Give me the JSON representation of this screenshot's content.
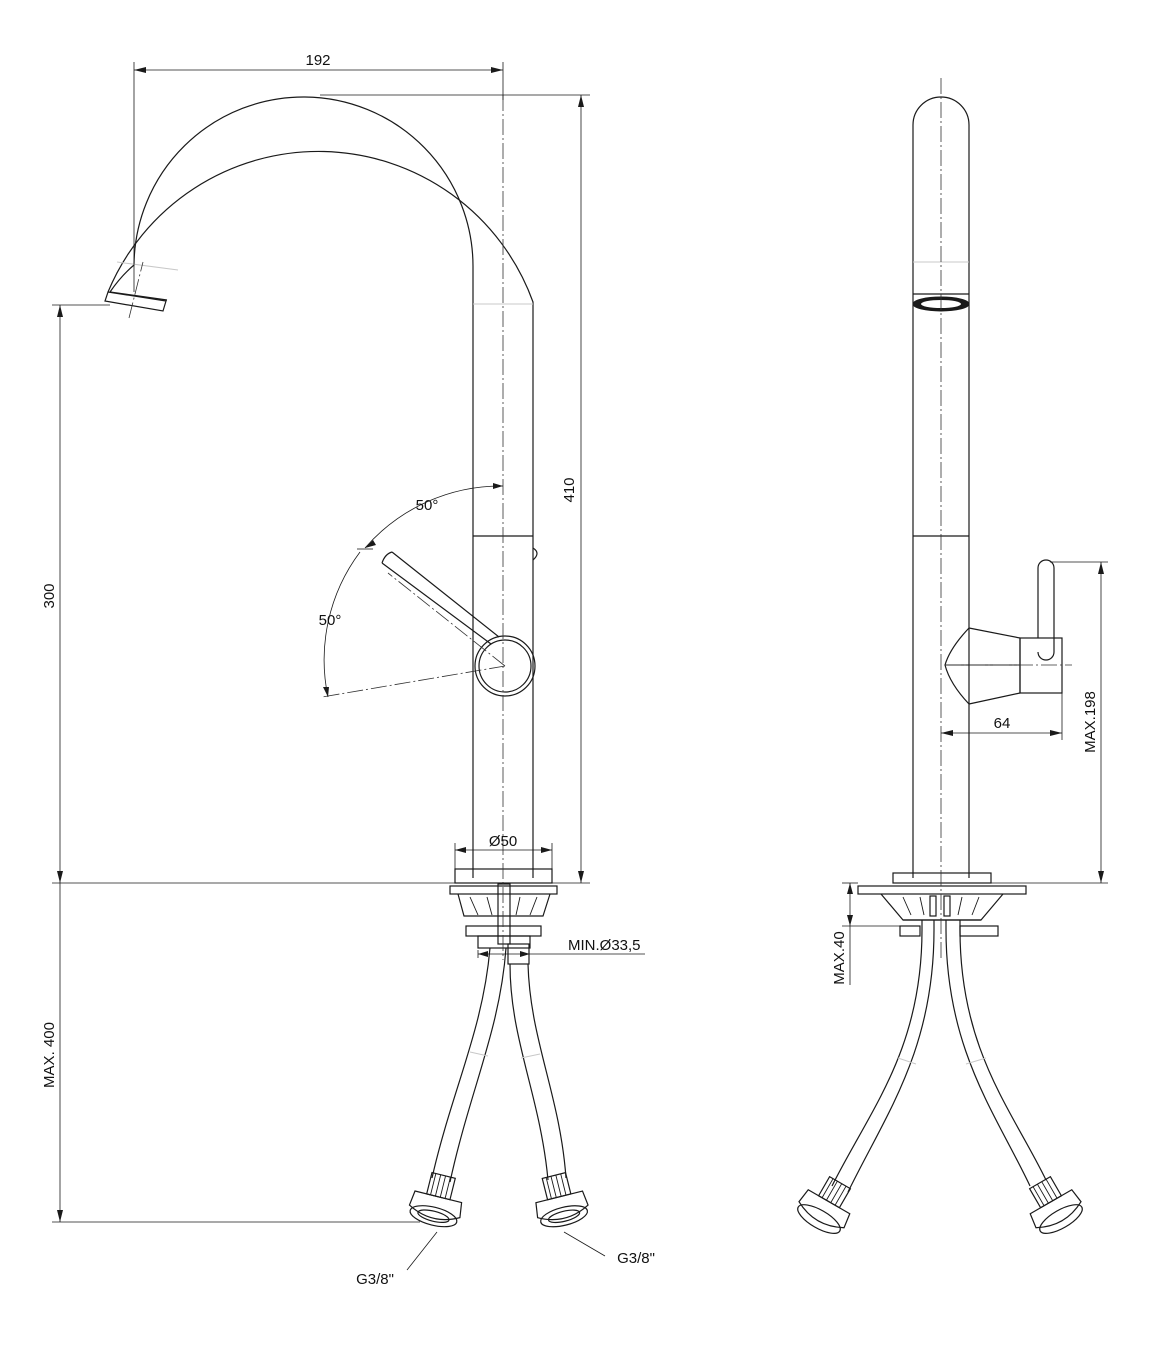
{
  "diagram": {
    "front_view": {
      "dimensions": {
        "spout_reach": "192",
        "total_height": "410",
        "spout_height": "300",
        "lever_angle_forward": "50°",
        "lever_angle_back": "50°",
        "base_diameter": "Ø50",
        "hole_min": "MIN.Ø33,5",
        "hose_length": "MAX. 400",
        "connection_left": "G3/8\"",
        "connection_right": "G3/8\""
      }
    },
    "side_view": {
      "dimensions": {
        "lever_offset": "64",
        "lever_height": "MAX.198",
        "deck_thickness": "MAX.40"
      }
    },
    "colors": {
      "line": "#1a1a1a",
      "hidden": "#c8c8c8",
      "background": "#ffffff"
    }
  }
}
